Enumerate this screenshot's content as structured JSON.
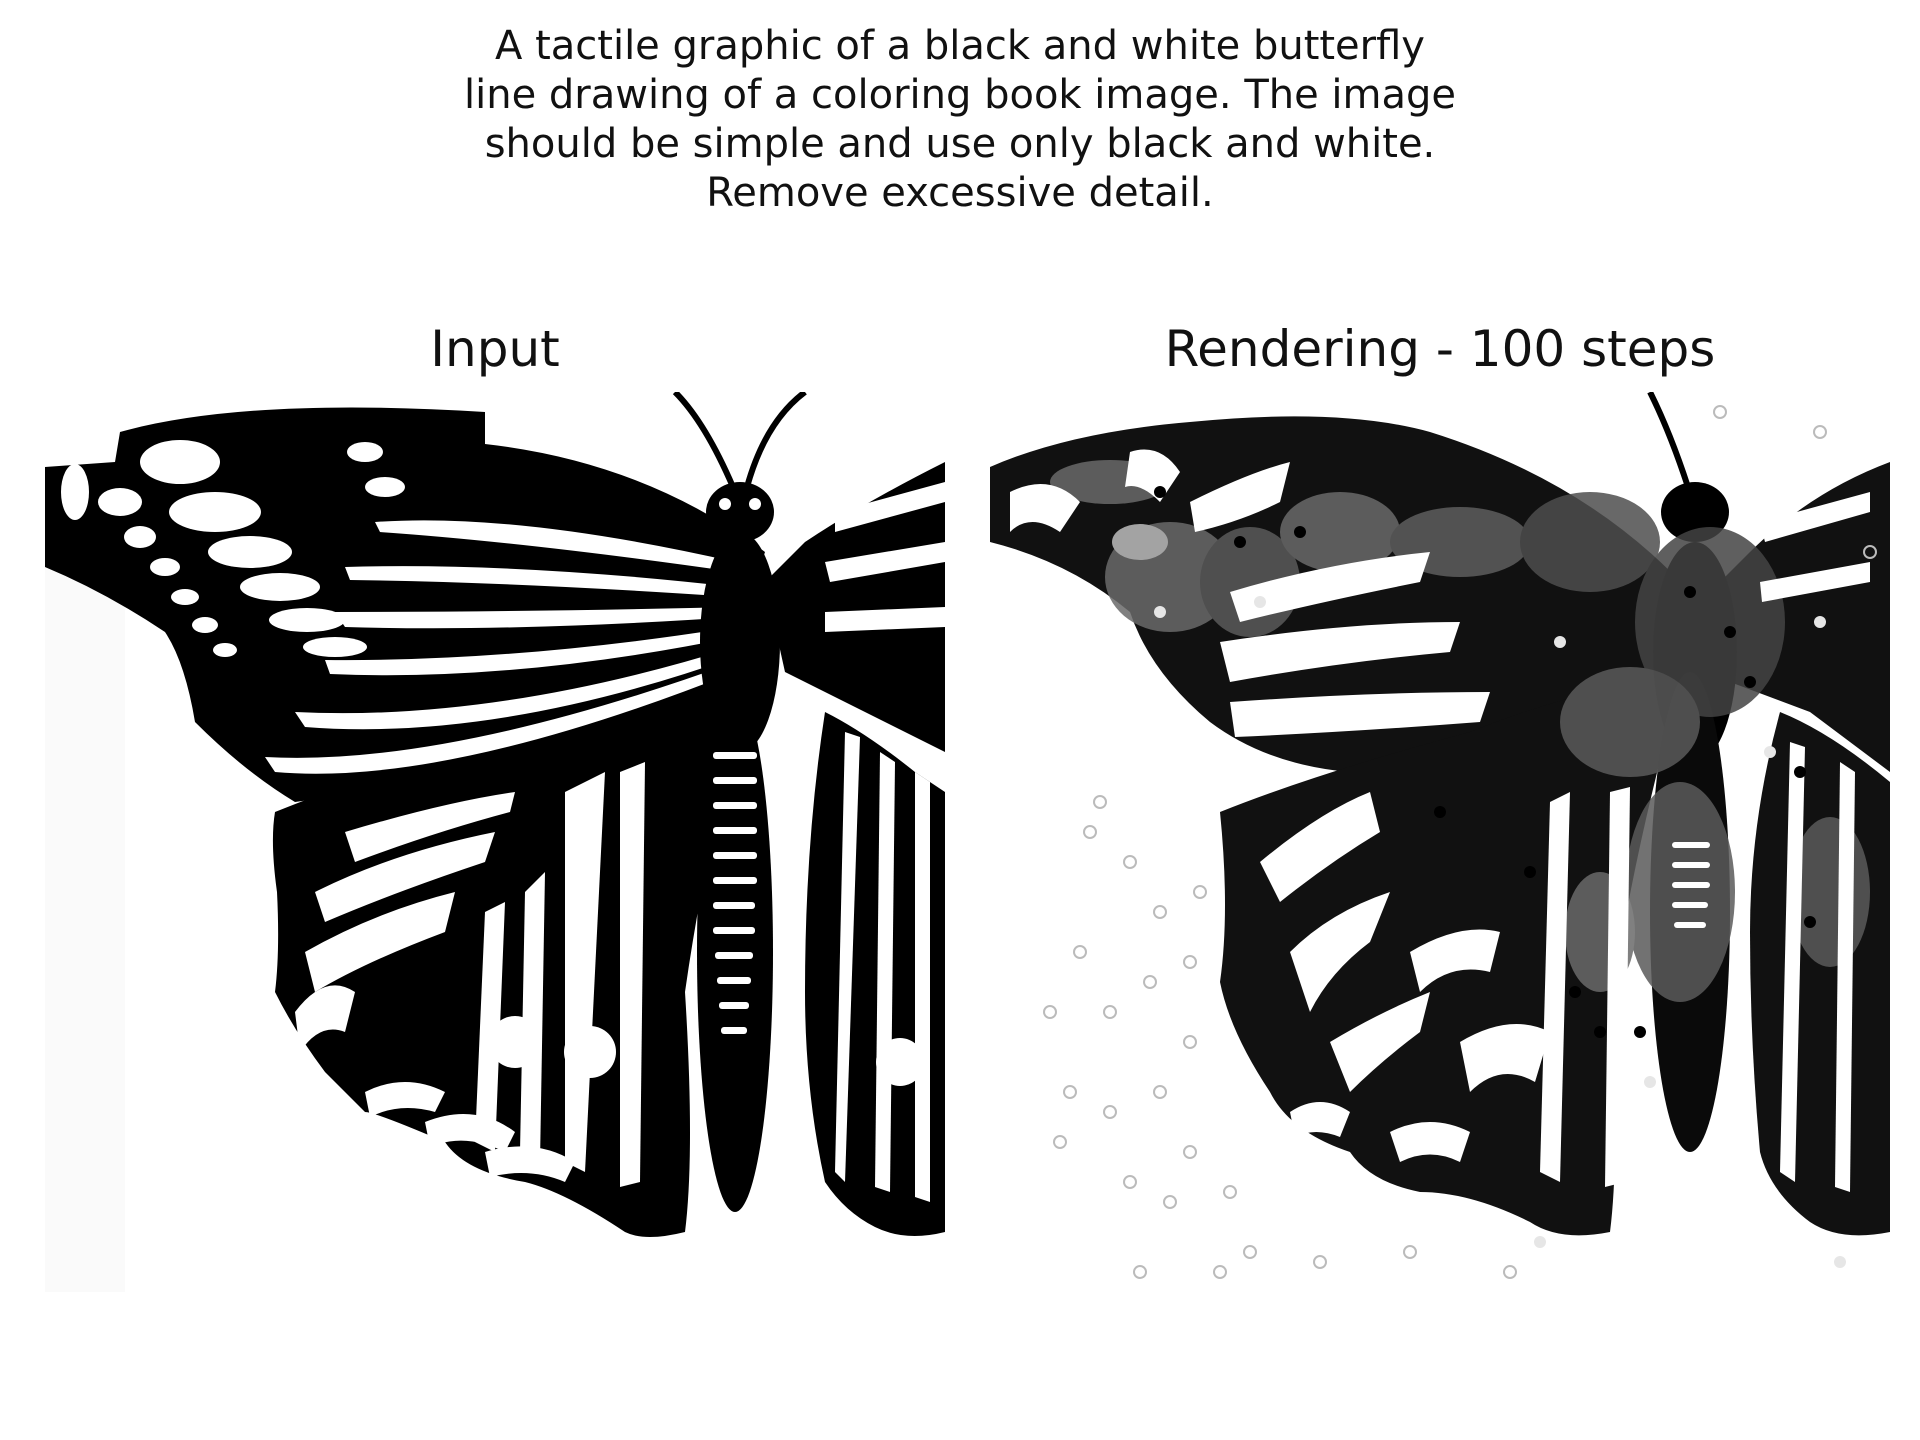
{
  "caption": {
    "lines": [
      "A tactile graphic of a black and white butterfly",
      "line drawing of a coloring book image. The image",
      "should be simple and use only black and white.",
      "Remove excessive detail."
    ]
  },
  "panels": {
    "left_title": "Input",
    "right_title": "Rendering - 100 steps"
  },
  "images": {
    "left": "butterfly-input-line-drawing",
    "right": "butterfly-rendering-grayscale-strokes"
  },
  "colors": {
    "ink": "#000000",
    "paper": "#ffffff",
    "gray_dark": "#3a3a3a",
    "gray_mid": "#6a6a6a",
    "gray_light": "#bdbdbd"
  }
}
